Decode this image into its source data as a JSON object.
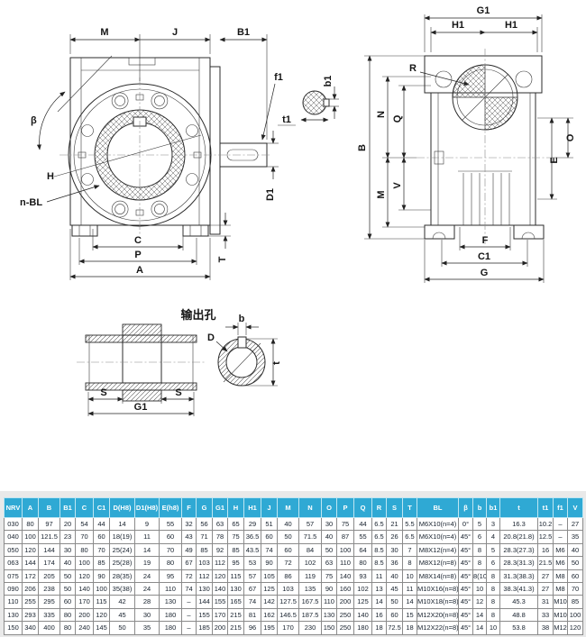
{
  "front_view": {
    "labels": {
      "m": "M",
      "j": "J",
      "b1": "B1",
      "f1": "f1",
      "d1": "D1",
      "beta": "β",
      "h": "H",
      "n_bl": "n-BL",
      "c": "C",
      "p": "P",
      "a": "A",
      "t": "T"
    }
  },
  "shaft_section": {
    "labels": {
      "b1": "b1",
      "t1": "t1"
    }
  },
  "side_view": {
    "labels": {
      "g1": "G1",
      "h1_left": "H1",
      "h1_right": "H1",
      "r": "R",
      "b": "B",
      "n": "N",
      "q": "Q",
      "v": "V",
      "m": "M",
      "o": "O",
      "e": "E",
      "f": "F",
      "c1": "C1",
      "g": "G"
    }
  },
  "output_hole": {
    "title": "输出孔",
    "labels": {
      "s_left": "S",
      "s_right": "S",
      "g1": "G1",
      "d": "D",
      "b": "b",
      "t": "t"
    }
  },
  "table": {
    "header_bg": "#2fa9d4",
    "header_fg": "#ffffff",
    "header": [
      "NRV",
      "A",
      "B",
      "B1",
      "C",
      "C1",
      "D(H8)",
      "D1(H8)",
      "E(h8)",
      "F",
      "G",
      "G1",
      "H",
      "H1",
      "J",
      "M",
      "N",
      "O",
      "P",
      "Q",
      "R",
      "S",
      "T",
      "BL",
      "β",
      "b",
      "b1",
      "t",
      "t1",
      "f1",
      "V"
    ],
    "rows": [
      [
        "030",
        "80",
        "97",
        "20",
        "54",
        "44",
        "14",
        "9",
        "55",
        "32",
        "56",
        "63",
        "65",
        "29",
        "51",
        "40",
        "57",
        "30",
        "75",
        "44",
        "6.5",
        "21",
        "5.5",
        "M6X10(n=4)",
        "0°",
        "5",
        "3",
        "16.3",
        "10.2",
        "–",
        "27"
      ],
      [
        "040",
        "100",
        "121.5",
        "23",
        "70",
        "60",
        "18(19)",
        "11",
        "60",
        "43",
        "71",
        "78",
        "75",
        "36.5",
        "60",
        "50",
        "71.5",
        "40",
        "87",
        "55",
        "6.5",
        "26",
        "6.5",
        "M6X10(n=4)",
        "45°",
        "6",
        "4",
        "20.8(21.8)",
        "12.5",
        "–",
        "35"
      ],
      [
        "050",
        "120",
        "144",
        "30",
        "80",
        "70",
        "25(24)",
        "14",
        "70",
        "49",
        "85",
        "92",
        "85",
        "43.5",
        "74",
        "60",
        "84",
        "50",
        "100",
        "64",
        "8.5",
        "30",
        "7",
        "M8X12(n=4)",
        "45°",
        "8",
        "5",
        "28.3(27.3)",
        "16",
        "M6",
        "40"
      ],
      [
        "063",
        "144",
        "174",
        "40",
        "100",
        "85",
        "25(28)",
        "19",
        "80",
        "67",
        "103",
        "112",
        "95",
        "53",
        "90",
        "72",
        "102",
        "63",
        "110",
        "80",
        "8.5",
        "36",
        "8",
        "M8X12(n=8)",
        "45°",
        "8",
        "6",
        "28.3(31.3)",
        "21.5",
        "M6",
        "50"
      ],
      [
        "075",
        "172",
        "205",
        "50",
        "120",
        "90",
        "28(35)",
        "24",
        "95",
        "72",
        "112",
        "120",
        "115",
        "57",
        "105",
        "86",
        "119",
        "75",
        "140",
        "93",
        "11",
        "40",
        "10",
        "M8X14(n=8)",
        "45°",
        "8(10)",
        "8",
        "31.3(38.3)",
        "27",
        "M8",
        "60"
      ],
      [
        "090",
        "206",
        "238",
        "50",
        "140",
        "100",
        "35(38)",
        "24",
        "110",
        "74",
        "130",
        "140",
        "130",
        "67",
        "125",
        "103",
        "135",
        "90",
        "160",
        "102",
        "13",
        "45",
        "11",
        "M10X16(n=8)",
        "45°",
        "10",
        "8",
        "38.3(41.3)",
        "27",
        "M8",
        "70"
      ],
      [
        "110",
        "255",
        "295",
        "60",
        "170",
        "115",
        "42",
        "28",
        "130",
        "–",
        "144",
        "155",
        "165",
        "74",
        "142",
        "127.5",
        "167.5",
        "110",
        "200",
        "125",
        "14",
        "50",
        "14",
        "M10X18(n=8)",
        "45°",
        "12",
        "8",
        "45.3",
        "31",
        "M10",
        "85"
      ],
      [
        "130",
        "293",
        "335",
        "80",
        "200",
        "120",
        "45",
        "30",
        "180",
        "–",
        "155",
        "170",
        "215",
        "81",
        "162",
        "146.5",
        "187.5",
        "130",
        "250",
        "140",
        "16",
        "60",
        "15",
        "M12X20(n=8)",
        "45°",
        "14",
        "8",
        "48.8",
        "33",
        "M10",
        "100"
      ],
      [
        "150",
        "340",
        "400",
        "80",
        "240",
        "145",
        "50",
        "35",
        "180",
        "–",
        "185",
        "200",
        "215",
        "96",
        "195",
        "170",
        "230",
        "150",
        "250",
        "180",
        "18",
        "72.5",
        "18",
        "M12X22(n=8)",
        "45°",
        "14",
        "10",
        "53.8",
        "38",
        "M12",
        "120"
      ]
    ]
  }
}
